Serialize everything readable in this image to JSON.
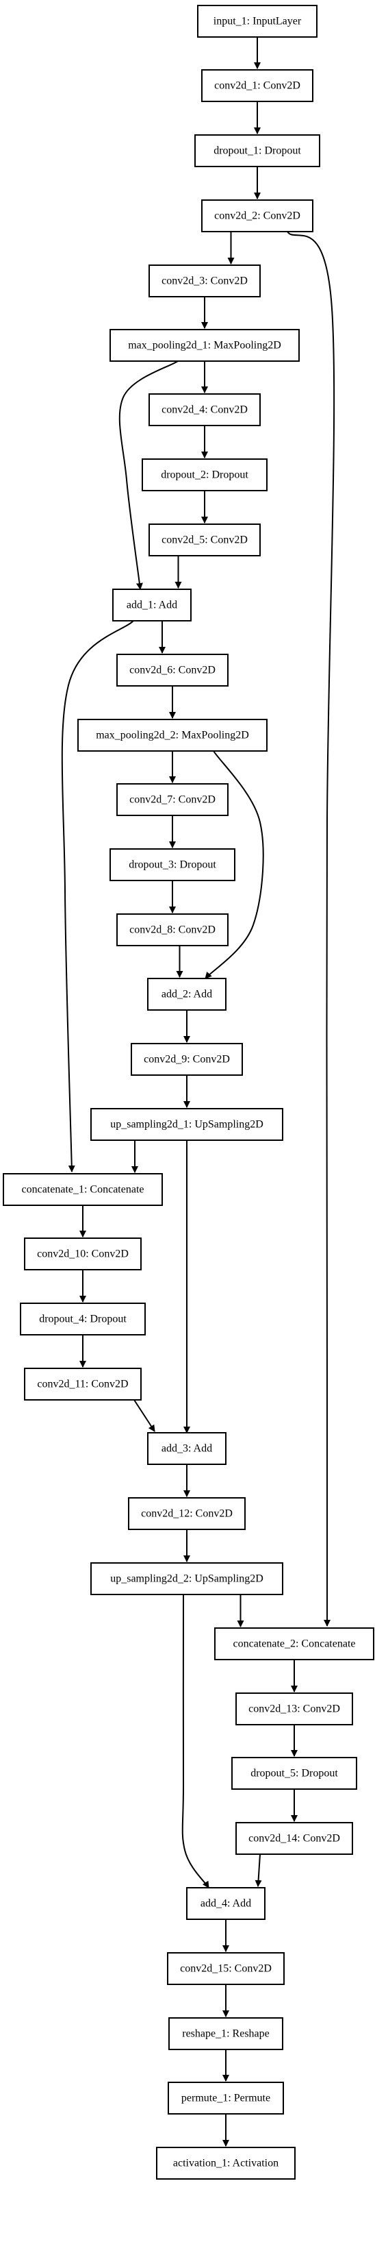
{
  "nodes": [
    {
      "id": "input_1",
      "label": "input_1: InputLayer"
    },
    {
      "id": "conv2d_1",
      "label": "conv2d_1: Conv2D"
    },
    {
      "id": "dropout_1",
      "label": "dropout_1: Dropout"
    },
    {
      "id": "conv2d_2",
      "label": "conv2d_2: Conv2D"
    },
    {
      "id": "conv2d_3",
      "label": "conv2d_3: Conv2D"
    },
    {
      "id": "max_pooling2d_1",
      "label": "max_pooling2d_1: MaxPooling2D"
    },
    {
      "id": "conv2d_4",
      "label": "conv2d_4: Conv2D"
    },
    {
      "id": "dropout_2",
      "label": "dropout_2: Dropout"
    },
    {
      "id": "conv2d_5",
      "label": "conv2d_5: Conv2D"
    },
    {
      "id": "add_1",
      "label": "add_1: Add"
    },
    {
      "id": "conv2d_6",
      "label": "conv2d_6: Conv2D"
    },
    {
      "id": "max_pooling2d_2",
      "label": "max_pooling2d_2: MaxPooling2D"
    },
    {
      "id": "conv2d_7",
      "label": "conv2d_7: Conv2D"
    },
    {
      "id": "dropout_3",
      "label": "dropout_3: Dropout"
    },
    {
      "id": "conv2d_8",
      "label": "conv2d_8: Conv2D"
    },
    {
      "id": "add_2",
      "label": "add_2: Add"
    },
    {
      "id": "conv2d_9",
      "label": "conv2d_9: Conv2D"
    },
    {
      "id": "up_sampling2d_1",
      "label": "up_sampling2d_1: UpSampling2D"
    },
    {
      "id": "concatenate_1",
      "label": "concatenate_1: Concatenate"
    },
    {
      "id": "conv2d_10",
      "label": "conv2d_10: Conv2D"
    },
    {
      "id": "dropout_4",
      "label": "dropout_4: Dropout"
    },
    {
      "id": "conv2d_11",
      "label": "conv2d_11: Conv2D"
    },
    {
      "id": "add_3",
      "label": "add_3: Add"
    },
    {
      "id": "conv2d_12",
      "label": "conv2d_12: Conv2D"
    },
    {
      "id": "up_sampling2d_2",
      "label": "up_sampling2d_2: UpSampling2D"
    },
    {
      "id": "concatenate_2",
      "label": "concatenate_2: Concatenate"
    },
    {
      "id": "conv2d_13",
      "label": "conv2d_13: Conv2D"
    },
    {
      "id": "dropout_5",
      "label": "dropout_5: Dropout"
    },
    {
      "id": "conv2d_14",
      "label": "conv2d_14: Conv2D"
    },
    {
      "id": "add_4",
      "label": "add_4: Add"
    },
    {
      "id": "conv2d_15",
      "label": "conv2d_15: Conv2D"
    },
    {
      "id": "reshape_1",
      "label": "reshape_1: Reshape"
    },
    {
      "id": "permute_1",
      "label": "permute_1: Permute"
    },
    {
      "id": "activation_1",
      "label": "activation_1: Activation"
    }
  ],
  "edges": [
    {
      "from": "input_1",
      "to": "conv2d_1"
    },
    {
      "from": "conv2d_1",
      "to": "dropout_1"
    },
    {
      "from": "dropout_1",
      "to": "conv2d_2"
    },
    {
      "from": "conv2d_2",
      "to": "conv2d_3"
    },
    {
      "from": "conv2d_2",
      "to": "concatenate_2"
    },
    {
      "from": "conv2d_3",
      "to": "max_pooling2d_1"
    },
    {
      "from": "max_pooling2d_1",
      "to": "conv2d_4"
    },
    {
      "from": "max_pooling2d_1",
      "to": "add_1"
    },
    {
      "from": "conv2d_4",
      "to": "dropout_2"
    },
    {
      "from": "dropout_2",
      "to": "conv2d_5"
    },
    {
      "from": "conv2d_5",
      "to": "add_1"
    },
    {
      "from": "add_1",
      "to": "conv2d_6"
    },
    {
      "from": "add_1",
      "to": "concatenate_1"
    },
    {
      "from": "conv2d_6",
      "to": "max_pooling2d_2"
    },
    {
      "from": "max_pooling2d_2",
      "to": "conv2d_7"
    },
    {
      "from": "max_pooling2d_2",
      "to": "add_2"
    },
    {
      "from": "conv2d_7",
      "to": "dropout_3"
    },
    {
      "from": "dropout_3",
      "to": "conv2d_8"
    },
    {
      "from": "conv2d_8",
      "to": "add_2"
    },
    {
      "from": "add_2",
      "to": "conv2d_9"
    },
    {
      "from": "conv2d_9",
      "to": "up_sampling2d_1"
    },
    {
      "from": "up_sampling2d_1",
      "to": "concatenate_1"
    },
    {
      "from": "up_sampling2d_1",
      "to": "add_3"
    },
    {
      "from": "concatenate_1",
      "to": "conv2d_10"
    },
    {
      "from": "conv2d_10",
      "to": "dropout_4"
    },
    {
      "from": "dropout_4",
      "to": "conv2d_11"
    },
    {
      "from": "conv2d_11",
      "to": "add_3"
    },
    {
      "from": "add_3",
      "to": "conv2d_12"
    },
    {
      "from": "conv2d_12",
      "to": "up_sampling2d_2"
    },
    {
      "from": "up_sampling2d_2",
      "to": "concatenate_2"
    },
    {
      "from": "up_sampling2d_2",
      "to": "add_4"
    },
    {
      "from": "concatenate_2",
      "to": "conv2d_13"
    },
    {
      "from": "conv2d_13",
      "to": "dropout_5"
    },
    {
      "from": "dropout_5",
      "to": "conv2d_14"
    },
    {
      "from": "conv2d_14",
      "to": "add_4"
    },
    {
      "from": "add_4",
      "to": "conv2d_15"
    },
    {
      "from": "conv2d_15",
      "to": "reshape_1"
    },
    {
      "from": "reshape_1",
      "to": "permute_1"
    },
    {
      "from": "permute_1",
      "to": "activation_1"
    }
  ]
}
